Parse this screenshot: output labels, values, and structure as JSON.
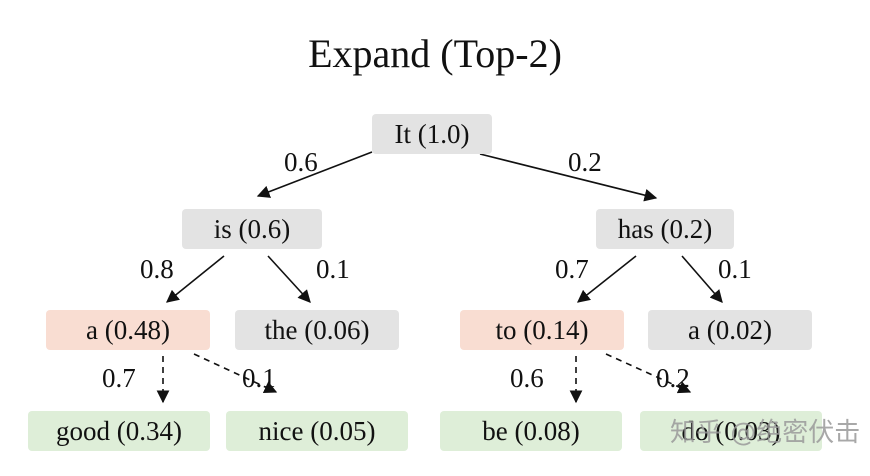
{
  "title": "Expand (Top-2)",
  "nodes": {
    "root": "It (1.0)",
    "is": "is (0.6)",
    "has": "has (0.2)",
    "a1": "a (0.48)",
    "the": "the (0.06)",
    "to": "to (0.14)",
    "a2": "a (0.02)",
    "good": "good (0.34)",
    "nice": "nice (0.05)",
    "be": "be (0.08)",
    "do": "do (0.03)"
  },
  "edge_labels": {
    "root_is": "0.6",
    "root_has": "0.2",
    "is_a": "0.8",
    "is_the": "0.1",
    "has_to": "0.7",
    "has_a": "0.1",
    "a_good": "0.7",
    "a_nice": "0.1",
    "to_be": "0.6",
    "to_do": "0.2"
  },
  "colors": {
    "default_node": "#e3e3e3",
    "selected_node": "#f9ddd2",
    "expanded_node": "#deeed8"
  },
  "watermark": "知乎 @绝密伏击"
}
